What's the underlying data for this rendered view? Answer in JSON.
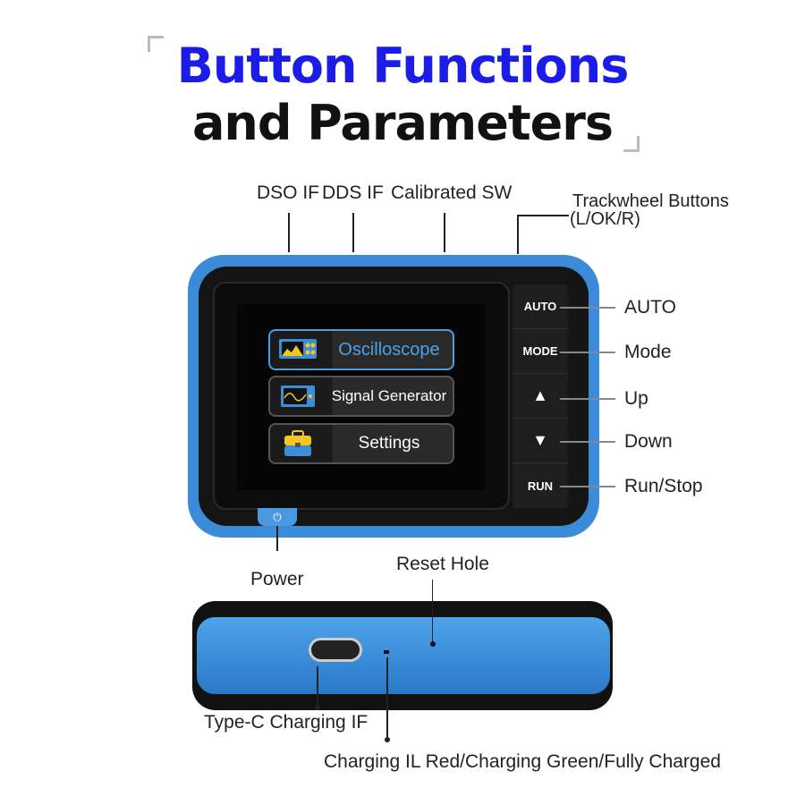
{
  "title": {
    "line1": "Button Functions",
    "line2": "and Parameters"
  },
  "top_labels": {
    "dso": "DSO IF",
    "dds": "DDS IF",
    "cal": "Calibrated SW",
    "track1": "Trackwheel Buttons",
    "track2": "(L/OK/R)"
  },
  "screen_menu": [
    {
      "label": "Oscilloscope",
      "icon": "oscilloscope-icon"
    },
    {
      "label": "Signal Generator",
      "icon": "signal-generator-icon"
    },
    {
      "label": "Settings",
      "icon": "toolbox-icon"
    }
  ],
  "hw_buttons": {
    "auto": "AUTO",
    "mode": "MODE",
    "up": "▲",
    "down": "▼",
    "run": "RUN"
  },
  "right_labels": {
    "auto": "AUTO",
    "mode": "Mode",
    "up": "Up",
    "down": "Down",
    "run": "Run/Stop"
  },
  "power_label": "Power",
  "power_glyph": "⏻",
  "reset_label": "Reset Hole",
  "typec_label": "Type-C Charging IF",
  "charging_label": "Charging IL Red/Charging Green/Fully Charged",
  "colors": {
    "title_blue": "#1c1ce8",
    "device_blue": "#3b8bd8"
  }
}
